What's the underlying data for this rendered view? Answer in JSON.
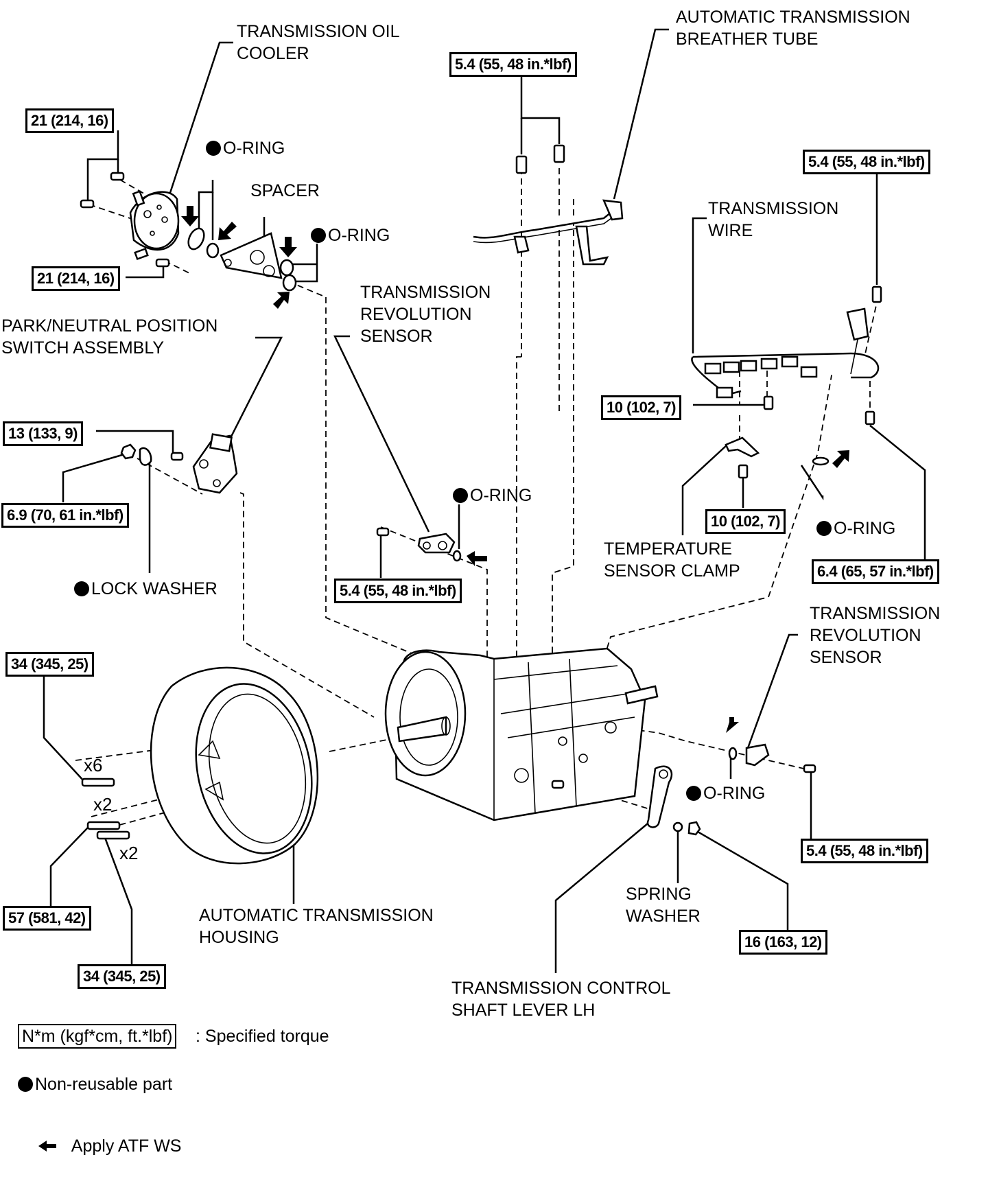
{
  "diagram": {
    "type": "exploded-parts-diagram",
    "subject": "Automatic transmission components"
  },
  "labels": {
    "oil_cooler": "TRANSMISSION OIL\nCOOLER",
    "breather_tube": "AUTOMATIC TRANSMISSION\nBREATHER TUBE",
    "o_ring": "O-RING",
    "spacer": "SPACER",
    "transmission_wire": "TRANSMISSION\nWIRE",
    "rev_sensor": "TRANSMISSION\nREVOLUTION\nSENSOR",
    "park_neutral_switch": "PARK/NEUTRAL POSITION\nSWITCH ASSEMBLY",
    "lock_washer": "LOCK WASHER",
    "temp_sensor_clamp": "TEMPERATURE\nSENSOR CLAMP",
    "housing": "AUTOMATIC TRANSMISSION\nHOUSING",
    "spring_washer": "SPRING\nWASHER",
    "control_shaft_lever": "TRANSMISSION CONTROL\nSHAFT LEVER LH"
  },
  "torques": {
    "oil_cooler_upper": "21 (214, 16)",
    "oil_cooler_lower": "21 (214, 16)",
    "breather_tube": "5.4 (55, 48 in.*lbf)",
    "wire_upper": "5.4 (55, 48 in.*lbf)",
    "wire_bolt": "10 (102, 7)",
    "clamp_bolt": "10 (102, 7)",
    "wire_right": "6.4 (65, 57 in.*lbf)",
    "pn_switch_bolt": "13 (133, 9)",
    "pn_switch_nut": "6.9 (70, 61 in.*lbf)",
    "rev_sensor_center": "5.4 (55, 48 in.*lbf)",
    "rev_sensor_right": "5.4 (55, 48 in.*lbf)",
    "housing_x6": "34 (345, 25)",
    "housing_x2_a": "57 (581, 42)",
    "housing_x2_b": "34 (345, 25)",
    "lever_nut": "16 (163, 12)"
  },
  "quantities": {
    "x6": "x6",
    "x2a": "x2",
    "x2b": "x2"
  },
  "legend": {
    "torque_unit": "N*m (kgf*cm, ft.*lbf)",
    "torque_desc": ": Specified torque",
    "non_reusable": "Non-reusable part",
    "apply_atf": "Apply ATF WS"
  }
}
